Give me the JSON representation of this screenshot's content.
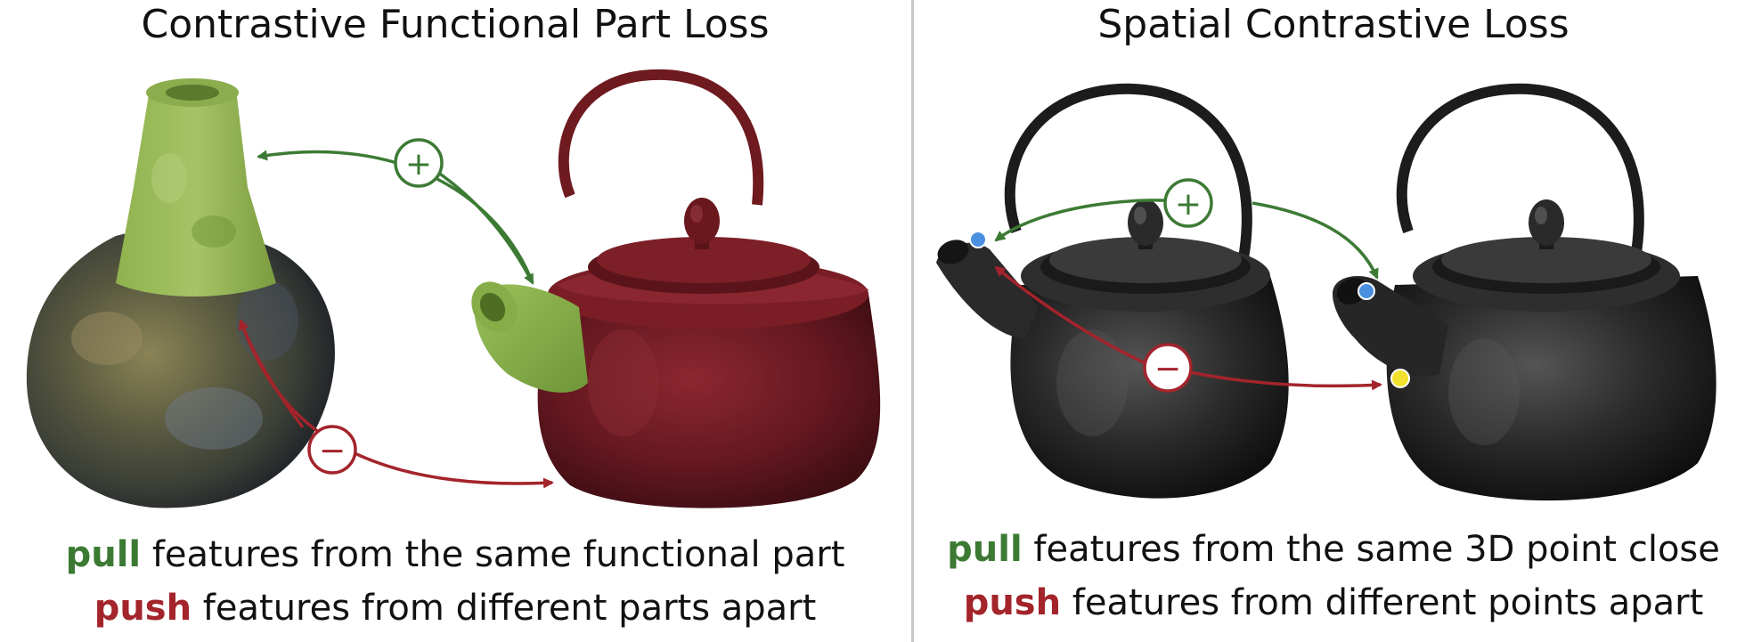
{
  "left": {
    "title": "Contrastive Functional Part Loss",
    "caption_line1": {
      "keyword": "pull",
      "text": " features from the same functional part"
    },
    "caption_line2": {
      "keyword": "push",
      "text": " features from different parts apart"
    },
    "positive_symbol": "+",
    "negative_symbol": "−"
  },
  "right": {
    "title": "Spatial Contrastive Loss",
    "caption_line1": {
      "keyword": "pull",
      "text": " features from the same 3D point close"
    },
    "caption_line2": {
      "keyword": "push",
      "text": " features from different points apart"
    },
    "positive_symbol": "+",
    "negative_symbol": "−"
  },
  "colors": {
    "pull": "#3c7a34",
    "push": "#a3242b",
    "part_highlight": "#7fa544",
    "red_teapot": "#6e1a1f",
    "black_teapot": "#222222",
    "point_blue": "#4a8fe0",
    "point_yellow": "#f2e22e"
  },
  "icons": {
    "plus": "plus-circle-icon",
    "minus": "minus-circle-icon"
  }
}
